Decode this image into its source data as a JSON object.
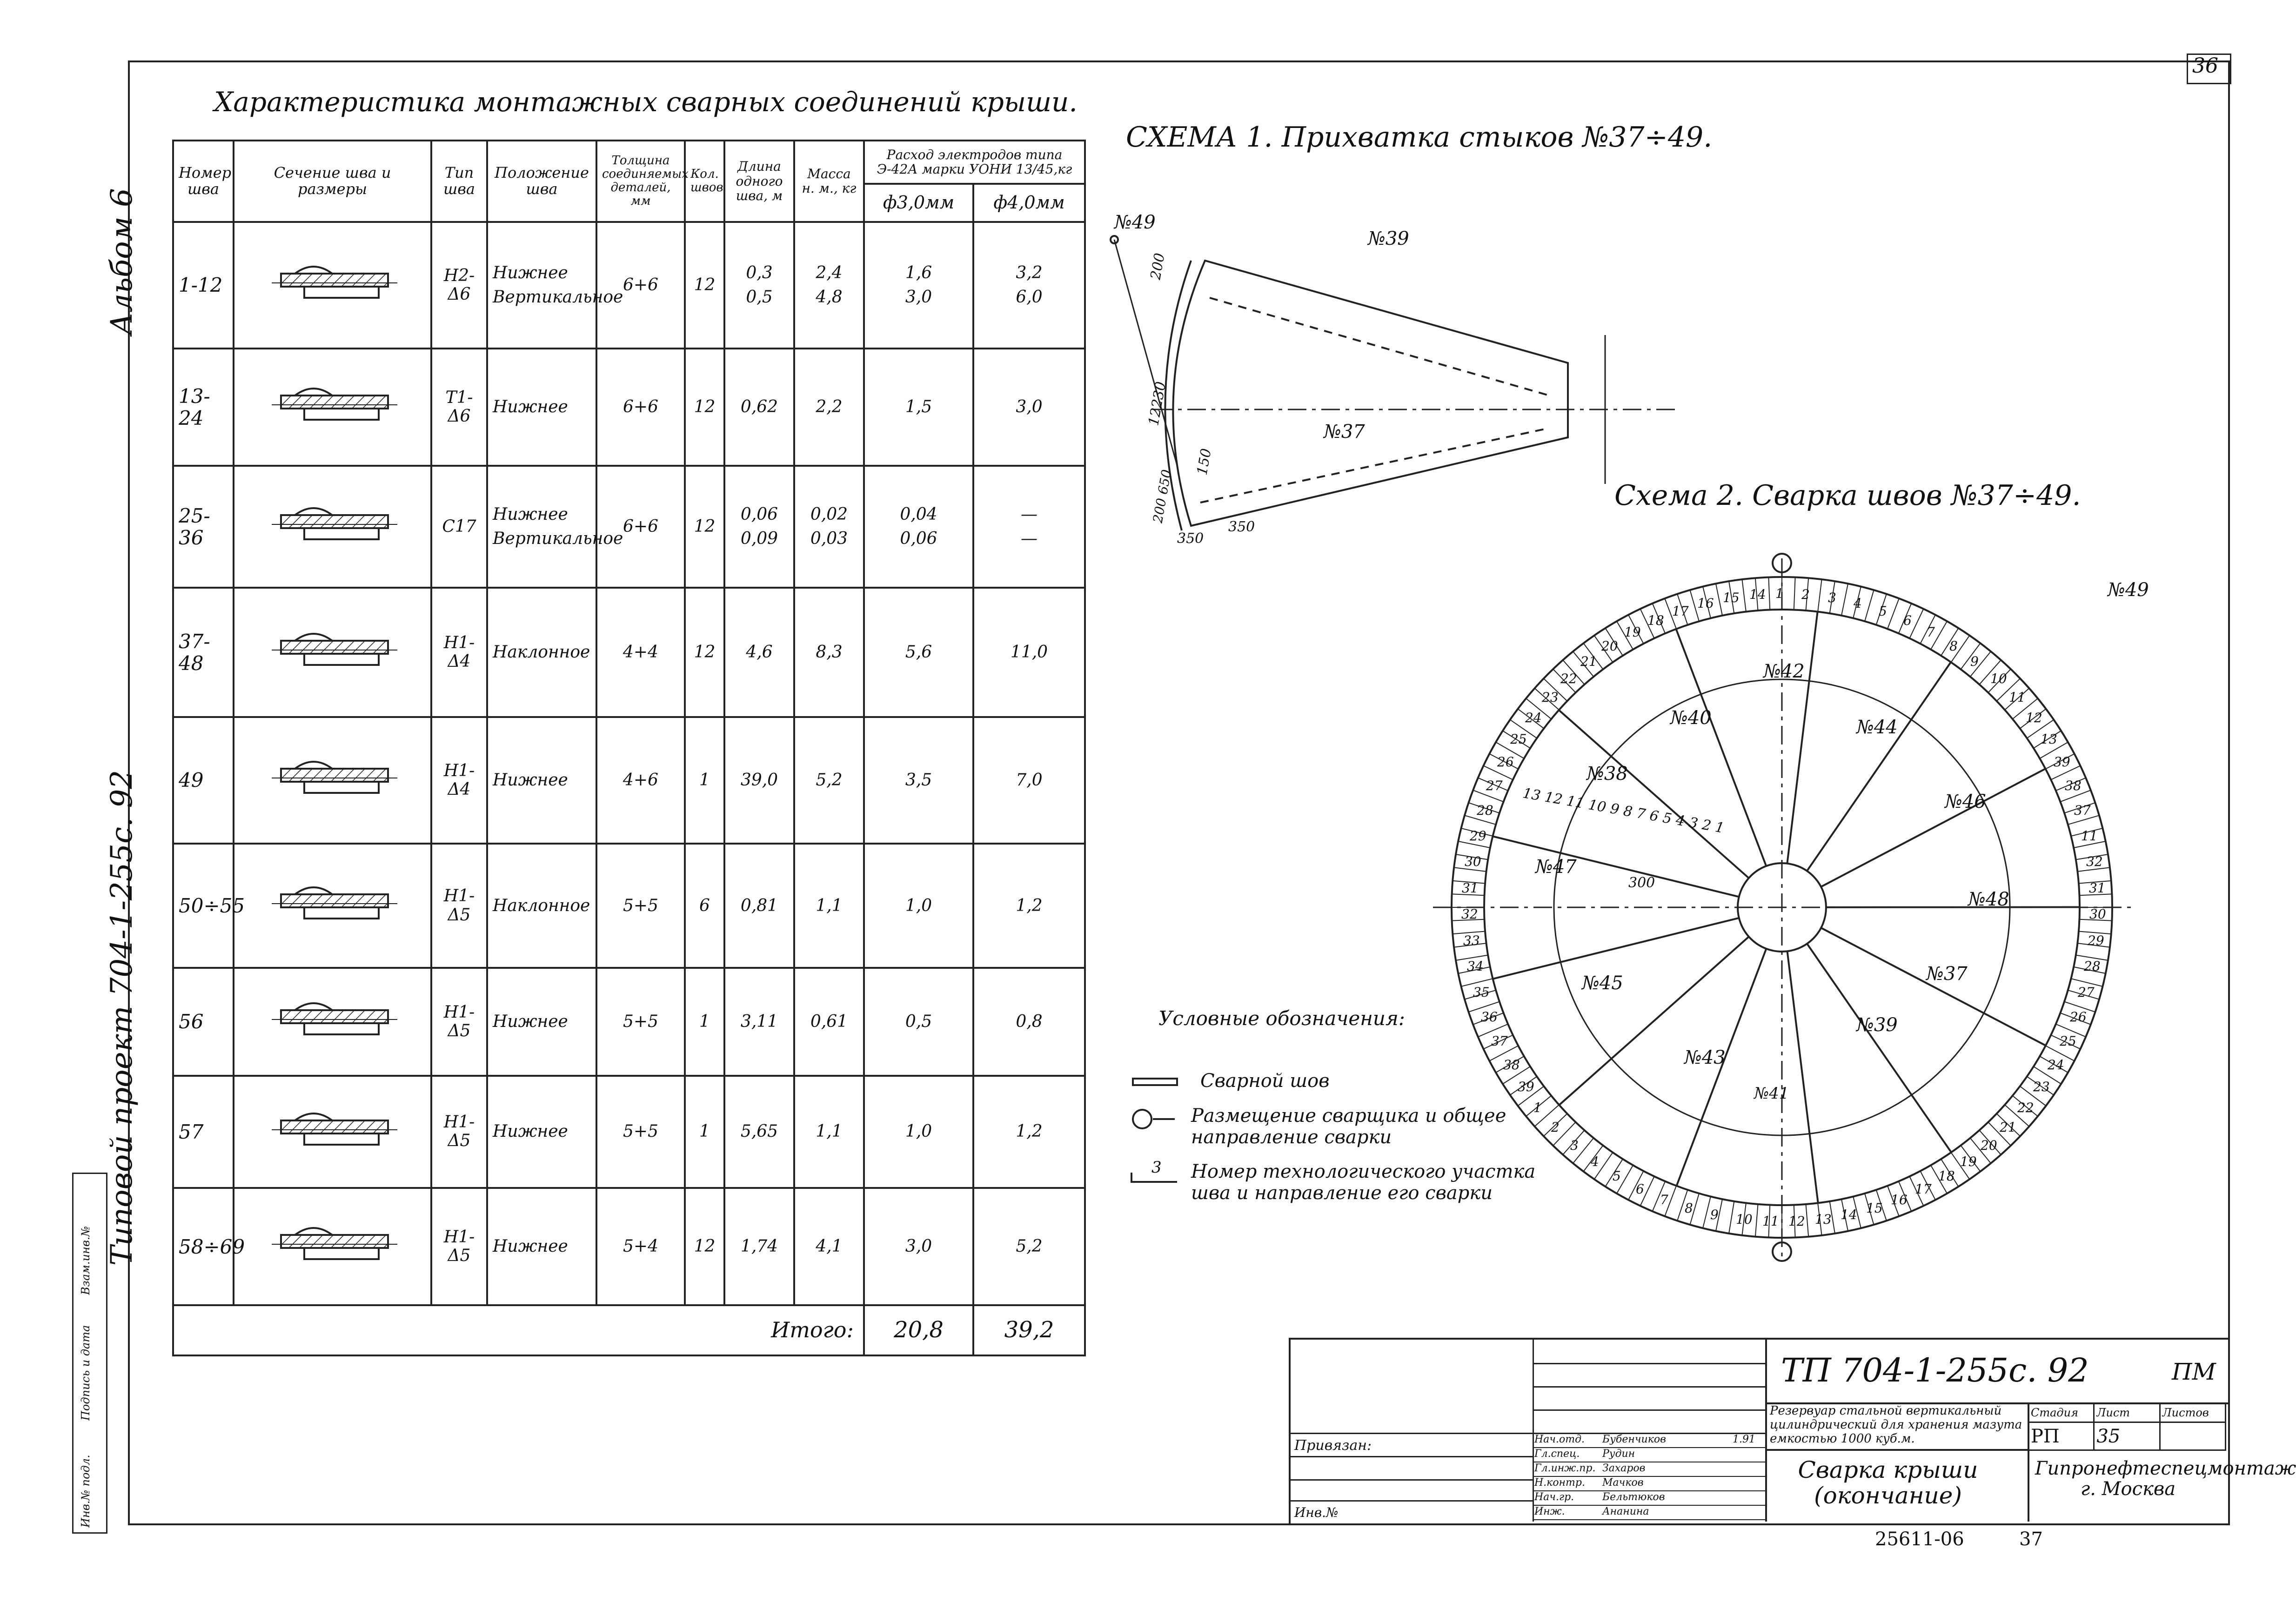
{
  "sheet_number": "36",
  "side": {
    "album": "Альбом 6",
    "project": "Типовой проект 704-1-255с. 92",
    "stamp_labels": [
      "Инв.№ подл.",
      "Подпись и дата",
      "Взам.инв.№"
    ]
  },
  "table": {
    "title": "Характеристика монтажных сварных соединений крыши.",
    "headers": {
      "number": "Номер шва",
      "section": "Сечение шва и размеры",
      "type": "Тип шва",
      "position": "Положение шва",
      "thickness": "Толщина соединяемых деталей, мм",
      "count": "Кол. швов",
      "length": "Длина одного шва, м",
      "mass": "Масса н. м., кг",
      "electrodes": "Расход электродов типа Э-42А марки УОНИ 13/45,кг",
      "d3": "ф3,0мм",
      "d4": "ф4,0мм"
    },
    "rows": [
      {
        "num": "1-12",
        "type": "Н2-Δ6",
        "pos": [
          "Нижнее",
          "Вертикальное"
        ],
        "thick": "6+6",
        "count": "12",
        "len": [
          "0,3",
          "0,5"
        ],
        "mass": [
          "2,4",
          "4,8"
        ],
        "d3": [
          "1,6",
          "3,0"
        ],
        "d4": [
          "3,2",
          "6,0"
        ]
      },
      {
        "num": "13-24",
        "type": "Т1-Δ6",
        "pos": [
          "Нижнее"
        ],
        "thick": "6+6",
        "count": "12",
        "len": [
          "0,62"
        ],
        "mass": [
          "2,2"
        ],
        "d3": [
          "1,5"
        ],
        "d4": [
          "3,0"
        ]
      },
      {
        "num": "25-36",
        "type": "С17",
        "pos": [
          "Нижнее",
          "Вертикальное"
        ],
        "thick": "6+6",
        "count": "12",
        "len": [
          "0,06",
          "0,09"
        ],
        "mass": [
          "0,02",
          "0,03"
        ],
        "d3": [
          "0,04",
          "0,06"
        ],
        "d4": [
          "—",
          "—"
        ]
      },
      {
        "num": "37-48",
        "type": "Н1-Δ4",
        "pos": [
          "Наклонное"
        ],
        "thick": "4+4",
        "count": "12",
        "len": [
          "4,6"
        ],
        "mass": [
          "8,3"
        ],
        "d3": [
          "5,6"
        ],
        "d4": [
          "11,0"
        ]
      },
      {
        "num": "49",
        "type": "Н1-Δ4",
        "pos": [
          "Нижнее"
        ],
        "thick": "4+6",
        "count": "1",
        "len": [
          "39,0"
        ],
        "mass": [
          "5,2"
        ],
        "d3": [
          "3,5"
        ],
        "d4": [
          "7,0"
        ]
      },
      {
        "num": "50÷55",
        "type": "Н1-Δ5",
        "pos": [
          "Наклонное"
        ],
        "thick": "5+5",
        "count": "6",
        "len": [
          "0,81"
        ],
        "mass": [
          "1,1"
        ],
        "d3": [
          "1,0"
        ],
        "d4": [
          "1,2"
        ]
      },
      {
        "num": "56",
        "type": "Н1-Δ5",
        "pos": [
          "Нижнее"
        ],
        "thick": "5+5",
        "count": "1",
        "len": [
          "3,11"
        ],
        "mass": [
          "0,61"
        ],
        "d3": [
          "0,5"
        ],
        "d4": [
          "0,8"
        ]
      },
      {
        "num": "57",
        "type": "Н1-Δ5",
        "pos": [
          "Нижнее"
        ],
        "thick": "5+5",
        "count": "1",
        "len": [
          "5,65"
        ],
        "mass": [
          "1,1"
        ],
        "d3": [
          "1,0"
        ],
        "d4": [
          "1,2"
        ]
      },
      {
        "num": "58÷69",
        "type": "Н1-Δ5",
        "pos": [
          "Нижнее"
        ],
        "thick": "5+4",
        "count": "12",
        "len": [
          "1,74"
        ],
        "mass": [
          "4,1"
        ],
        "d3": [
          "3,0"
        ],
        "d4": [
          "5,2"
        ]
      }
    ],
    "total_label": "Итого:",
    "total_d3": "20,8",
    "total_d4": "39,2"
  },
  "scheme1": {
    "title": "СХЕМА 1. Прихватка стыков №37÷49.",
    "labels": [
      "№49",
      "№39",
      "№37",
      "200",
      "150",
      "350",
      "350",
      "12230",
      "200 650"
    ]
  },
  "scheme2": {
    "title": "Схема 2. Сварка швов №37÷49.",
    "labels": [
      "№49",
      "№42",
      "№40",
      "№44",
      "№38",
      "№46",
      "№47",
      "№48",
      "№45",
      "№37",
      "№43",
      "№41",
      "№39",
      "300"
    ],
    "top_numbers": [
      "1",
      "2",
      "3",
      "4",
      "5",
      "6",
      "7",
      "8",
      "9",
      "10",
      "11",
      "12",
      "13",
      "39",
      "38",
      "37",
      "11",
      "32",
      "31",
      "30",
      "29",
      "28",
      "27",
      "26",
      "25",
      "24",
      "23",
      "22",
      "21",
      "20",
      "19",
      "18",
      "17",
      "16",
      "15",
      "14",
      "13",
      "12",
      "11",
      "10",
      "9",
      "8",
      "7",
      "6",
      "5",
      "4",
      "3",
      "2",
      "1",
      "39",
      "38",
      "37",
      "36",
      "35",
      "34",
      "33",
      "32",
      "31",
      "30",
      "29",
      "28",
      "27",
      "26",
      "25",
      "24",
      "23",
      "22",
      "21",
      "20",
      "19",
      "18",
      "17",
      "16",
      "15",
      "14"
    ],
    "inner_numbers": "13 12 11 10 9 8 7 6 5 4 3 2 1"
  },
  "legend": {
    "title": "Условные обозначения:",
    "items": [
      {
        "text": "Сварной шов"
      },
      {
        "text": "Размещение сварщика и общее направление сварки"
      },
      {
        "text": "Номер технологического участка шва и направление его сварки",
        "mark": "3"
      }
    ]
  },
  "title_block": {
    "code": "ТП 704-1-255с. 92",
    "suffix": "ПМ",
    "attached": "Привязан:",
    "inv": "Инв.№",
    "description": "Резервуар стальной вертикальный цилиндрический для хранения мазута емкостью 1000 куб.м.",
    "stage_h": "Стадия",
    "sheet_h": "Лист",
    "sheets_h": "Листов",
    "stage": "РП",
    "sheet": "35",
    "sheets": "",
    "drawing_title": "Сварка крыши (окончание)",
    "org": "Гипронефтеспецмонтаж г. Москва",
    "roles": [
      "Нач.отд.",
      "Гл.спец.",
      "Гл.инж.пр.",
      "Н.контр.",
      "Нач.гр.",
      "Инж."
    ],
    "names": [
      "Бубенчиков",
      "Рудин",
      "Захаров",
      "Мачков",
      "Бельтюков",
      "Ананина"
    ],
    "date": "1.91",
    "archive": "25611-06",
    "archive_page": "37"
  }
}
